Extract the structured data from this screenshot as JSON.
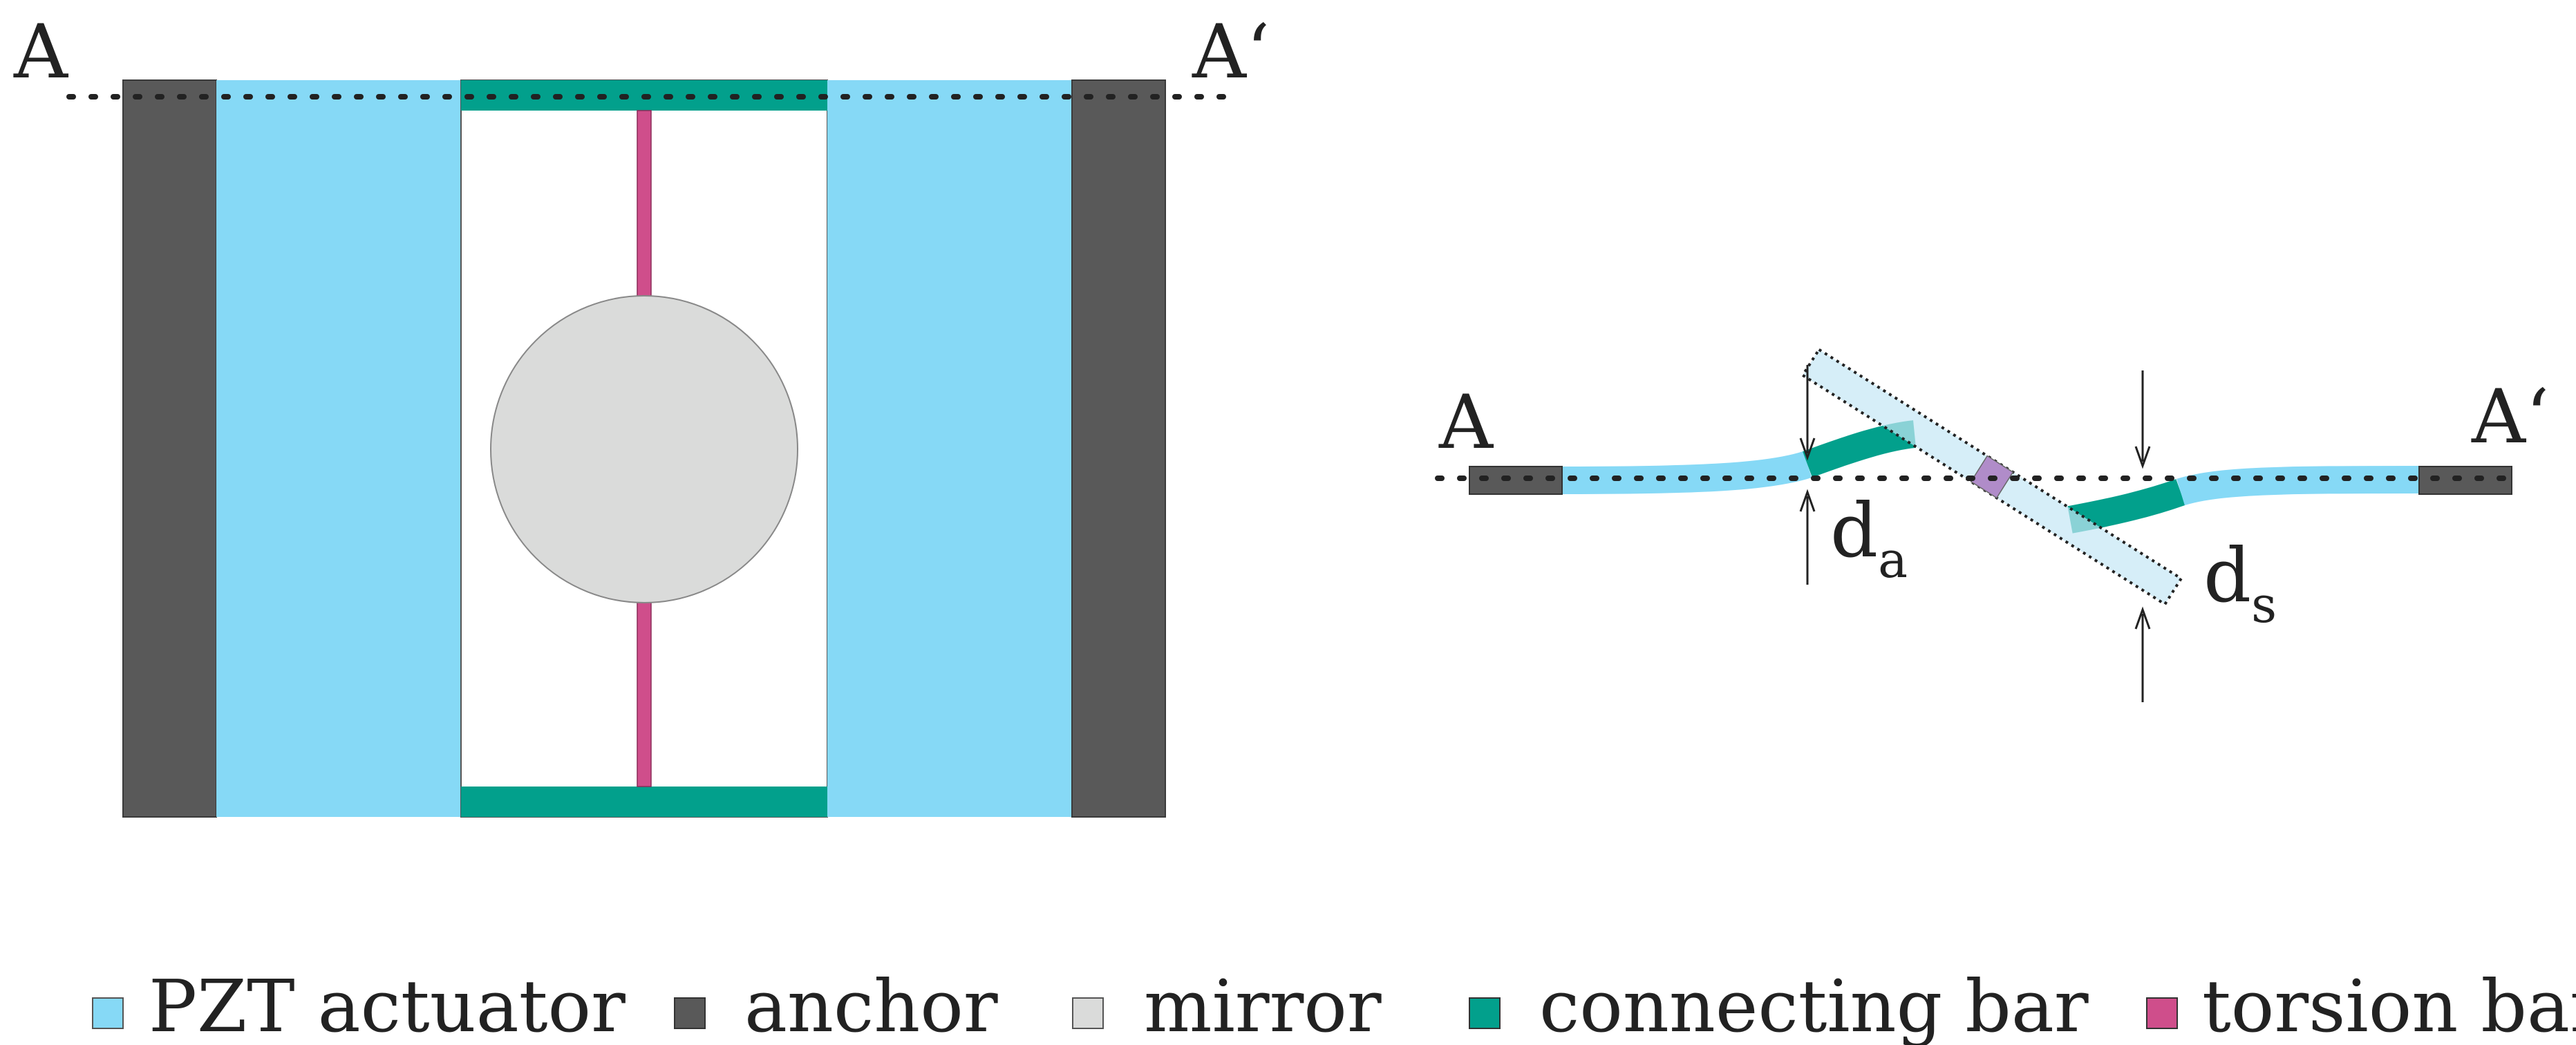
{
  "labels": {
    "top_left": "A",
    "top_right": "A‘",
    "side_left": "A",
    "side_right": "A‘",
    "da_main": "d",
    "da_sub": "a",
    "ds_main": "d",
    "ds_sub": "s"
  },
  "colors": {
    "pzt": "#86D9F6",
    "anchor": "#595959",
    "mirror": "#DADBDA",
    "connecting_bar": "#02A08C",
    "torsion_bar": "#CF4E8B",
    "mirror_tilted": "#D7EEF7",
    "overlap": "#5BC1C0",
    "overlap_torsion": "#B08CC9"
  },
  "legend": [
    {
      "key": "pzt",
      "label": "PZT actuator",
      "color": "#86D9F6"
    },
    {
      "key": "anchor",
      "label": "anchor",
      "color": "#595959"
    },
    {
      "key": "mirror",
      "label": "mirror",
      "color": "#DADBDA"
    },
    {
      "key": "connecting_bar",
      "label": "connecting bar",
      "color": "#02A08C"
    },
    {
      "key": "torsion_bar",
      "label": "torsion bar",
      "color": "#CF4E8B"
    }
  ]
}
